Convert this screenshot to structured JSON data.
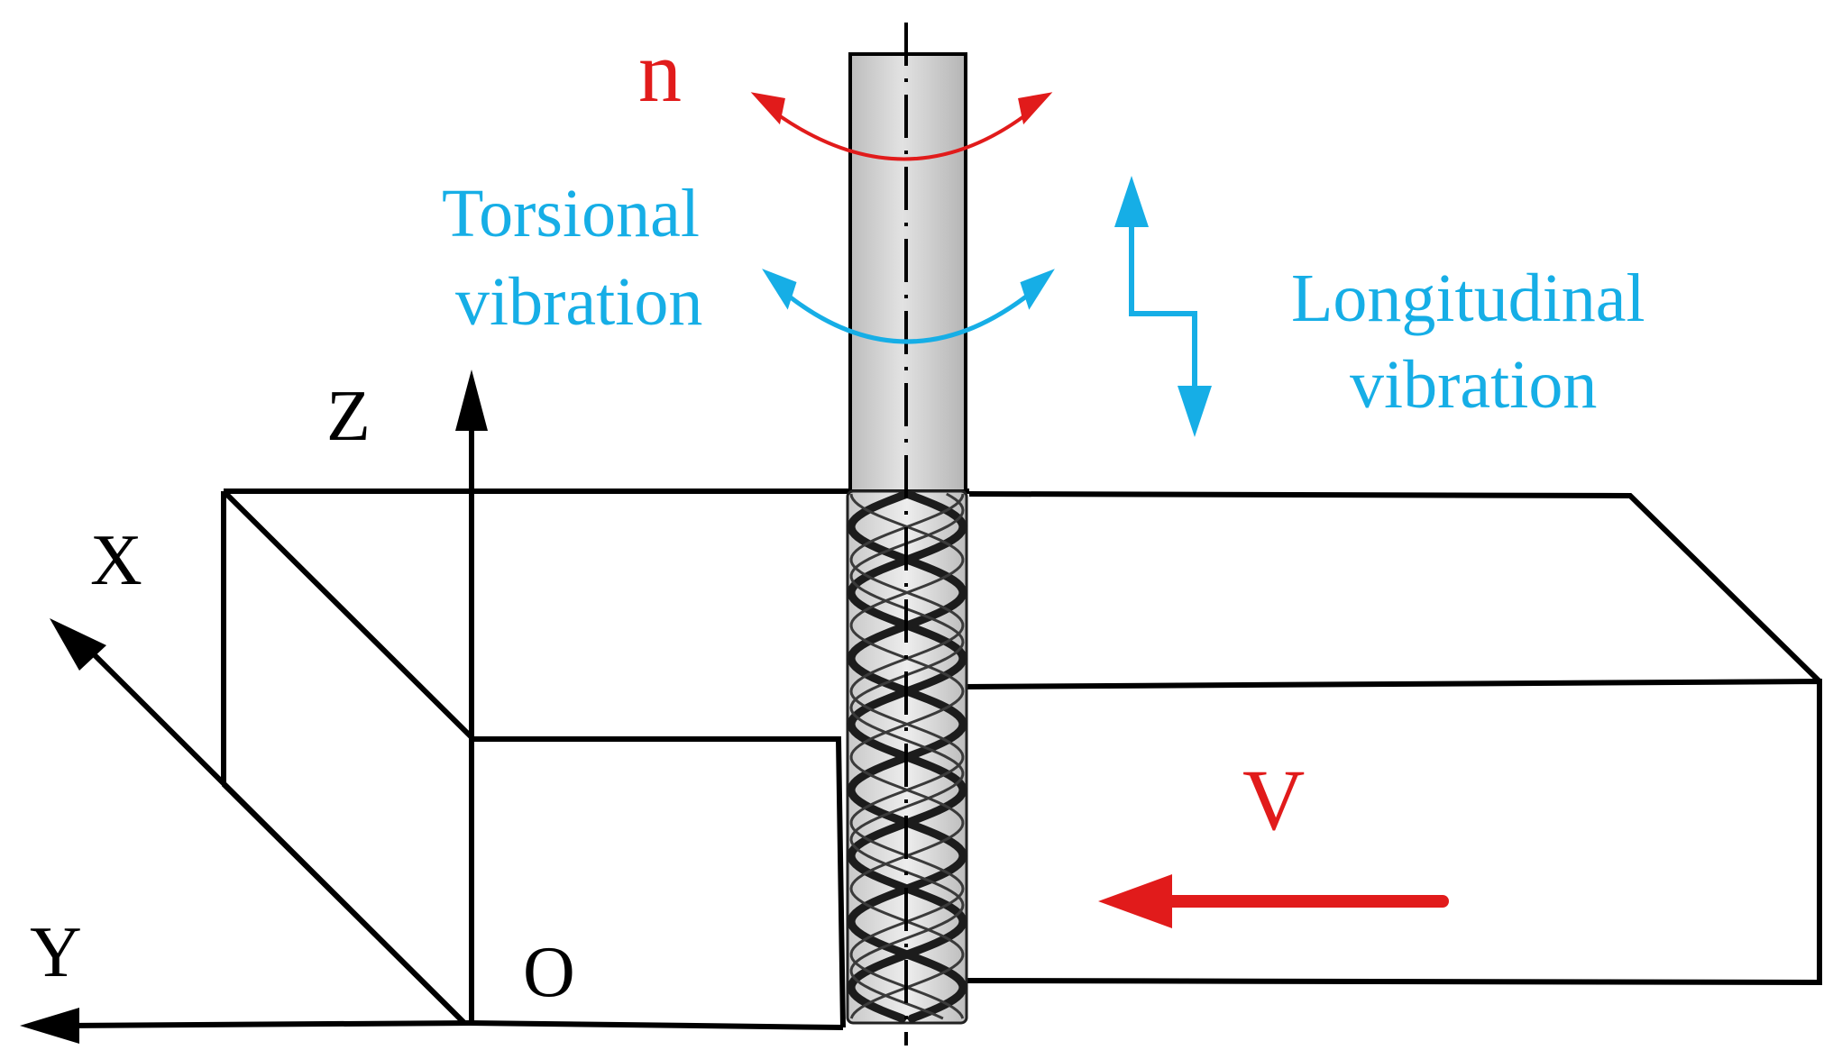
{
  "labels": {
    "rotation": "n",
    "torsional_line1": "Torsional",
    "torsional_line2": "vibration",
    "longitudinal_line1": "Longitudinal",
    "longitudinal_line2": "vibration",
    "axis_z": "Z",
    "axis_x": "X",
    "axis_y": "Y",
    "origin": "O",
    "feed_velocity": "V"
  },
  "colors": {
    "rotation": "#e11b1b",
    "vibration": "#16aee6",
    "outline": "#000000",
    "tool_shank": "#d4d4d4"
  }
}
